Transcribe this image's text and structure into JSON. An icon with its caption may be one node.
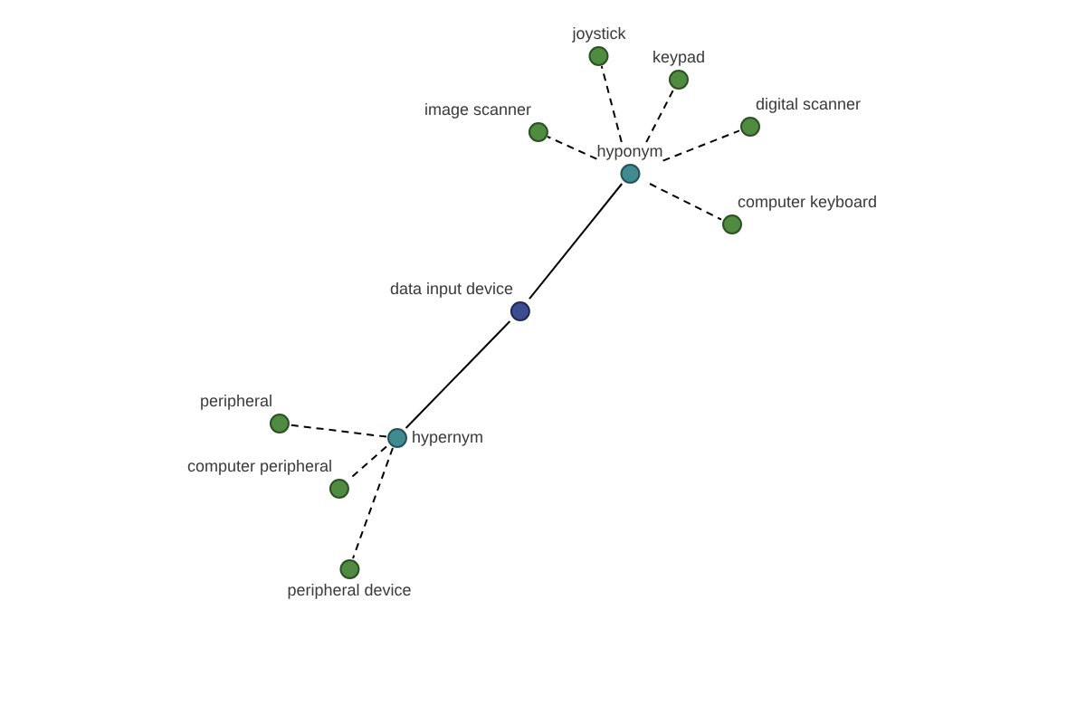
{
  "diagram": {
    "nodes": [
      {
        "text": [
          "joystick"
        ]
      },
      {
        "text": [
          "keypad"
        ]
      },
      {
        "text": [
          "image scanner"
        ]
      },
      {
        "text": [
          "digital scanner"
        ]
      },
      {
        "text": [
          "hyponym"
        ]
      },
      {
        "text": [
          "computer keyboard"
        ]
      },
      {
        "text": [
          "data input device"
        ]
      },
      {
        "text": [
          "peripheral"
        ]
      },
      {
        "text": [
          "hypernym"
        ]
      },
      {
        "text": [
          "computer peripheral"
        ]
      },
      {
        "text": [
          "peripheral device"
        ]
      }
    ],
    "edges": [
      {
        "from": 6,
        "to": 4,
        "arrow": "none"
      },
      {
        "from": 6,
        "to": 8,
        "arrow": "none"
      },
      {
        "from": 4,
        "to": 0,
        "arrow": "none",
        "style": "dashed"
      },
      {
        "from": 4,
        "to": 1,
        "arrow": "none",
        "style": "dashed"
      },
      {
        "from": 4,
        "to": 2,
        "arrow": "none",
        "style": "dashed"
      },
      {
        "from": 4,
        "to": 3,
        "arrow": "none",
        "style": "dashed"
      },
      {
        "from": 4,
        "to": 5,
        "arrow": "none",
        "style": "dashed"
      },
      {
        "from": 8,
        "to": 7,
        "arrow": "none",
        "style": "dashed"
      },
      {
        "from": 8,
        "to": 9,
        "arrow": "none",
        "style": "dashed"
      },
      {
        "from": 8,
        "to": 10,
        "arrow": "none",
        "style": "dashed"
      }
    ]
  }
}
